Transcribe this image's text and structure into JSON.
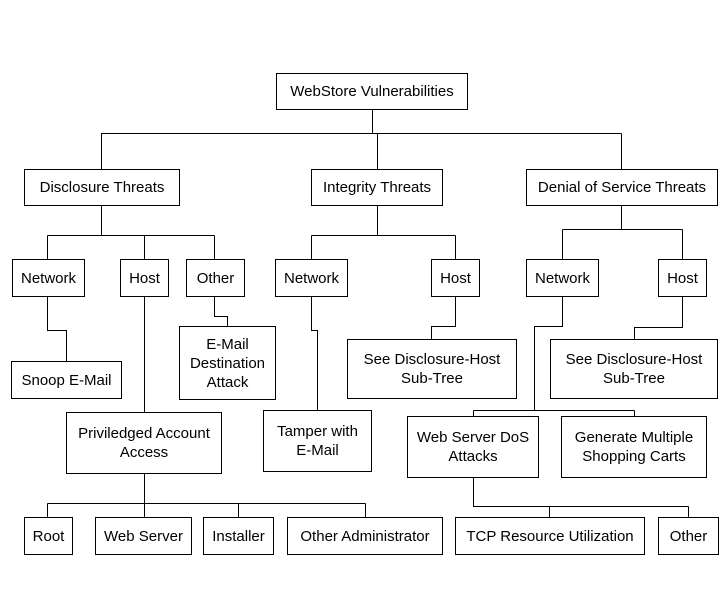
{
  "diagram": {
    "root": "WebStore Vulnerabilities",
    "disclosure": {
      "label": "Disclosure Threats",
      "network": "Network",
      "host": "Host",
      "other": "Other",
      "snoop_email": "Snoop E-Mail",
      "email_destination_attack": "E-Mail\nDestination\nAttack",
      "privileged_account_access": "Priviledged Account\nAccess",
      "root": "Root",
      "web_server": "Web Server",
      "installer": "Installer",
      "other_administrator": "Other Administrator"
    },
    "integrity": {
      "label": "Integrity Threats",
      "network": "Network",
      "host": "Host",
      "tamper_email": "Tamper with\nE-Mail",
      "see_disclosure_host": "See Disclosure-Host\nSub-Tree"
    },
    "dos": {
      "label": "Denial of Service Threats",
      "network": "Network",
      "host": "Host",
      "see_disclosure_host": "See Disclosure-Host\nSub-Tree",
      "web_server_dos": "Web Server DoS\nAttacks",
      "generate_carts": "Generate Multiple\nShopping Carts",
      "tcp_resource": "TCP Resource Utilization",
      "other": "Other"
    }
  }
}
